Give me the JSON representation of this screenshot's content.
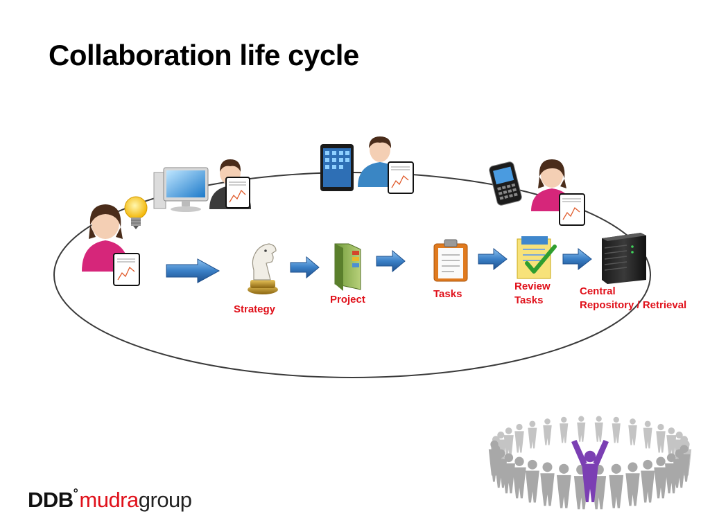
{
  "title": "Collaboration life cycle",
  "steps": [
    {
      "label": "Strategy"
    },
    {
      "label": "Project"
    },
    {
      "label": "Tasks"
    },
    {
      "label": "Review\nTasks"
    },
    {
      "label": "Central\nRepository / Retrieval"
    }
  ],
  "logo": {
    "ddb": "DDB",
    "degree": "°",
    "mudra": "mudra",
    "group": "group"
  },
  "colors": {
    "label": "#e0101a",
    "arrow": "#2f6fb3",
    "pink_user": "#d6267a",
    "blue_user": "#3a86c4",
    "dark_user": "#3b3b3b"
  },
  "icons": [
    "lightbulb-icon",
    "desktop-computer-icon",
    "tablet-icon",
    "smartphone-icon",
    "chess-knight-icon",
    "folder-icon",
    "clipboard-icon",
    "checklist-icon",
    "server-icon",
    "chart-document-icon",
    "user-icon",
    "team-circle-icon"
  ]
}
